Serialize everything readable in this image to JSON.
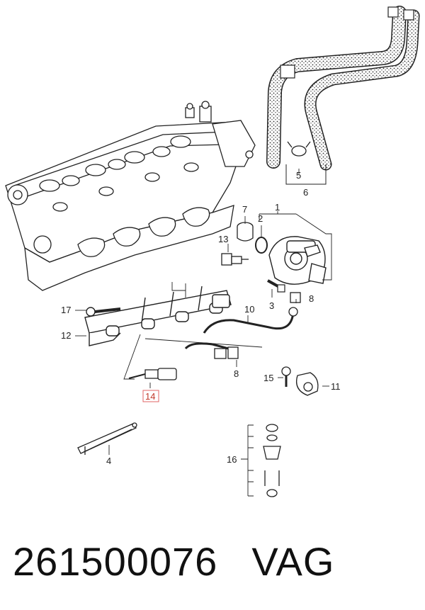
{
  "callouts": {
    "c1": "1",
    "c2": "2",
    "c3": "3",
    "c4": "4",
    "c5": "5",
    "c6": "6",
    "c7": "7",
    "c8a": "8",
    "c8b": "8",
    "c10": "10",
    "c11": "11",
    "c12": "12",
    "c13": "13",
    "c14": "14",
    "c15": "15",
    "c16": "16",
    "c17": "17"
  },
  "highlight_color": "#e06666",
  "footer": {
    "part_number": "261500076",
    "brand": "VAG"
  }
}
